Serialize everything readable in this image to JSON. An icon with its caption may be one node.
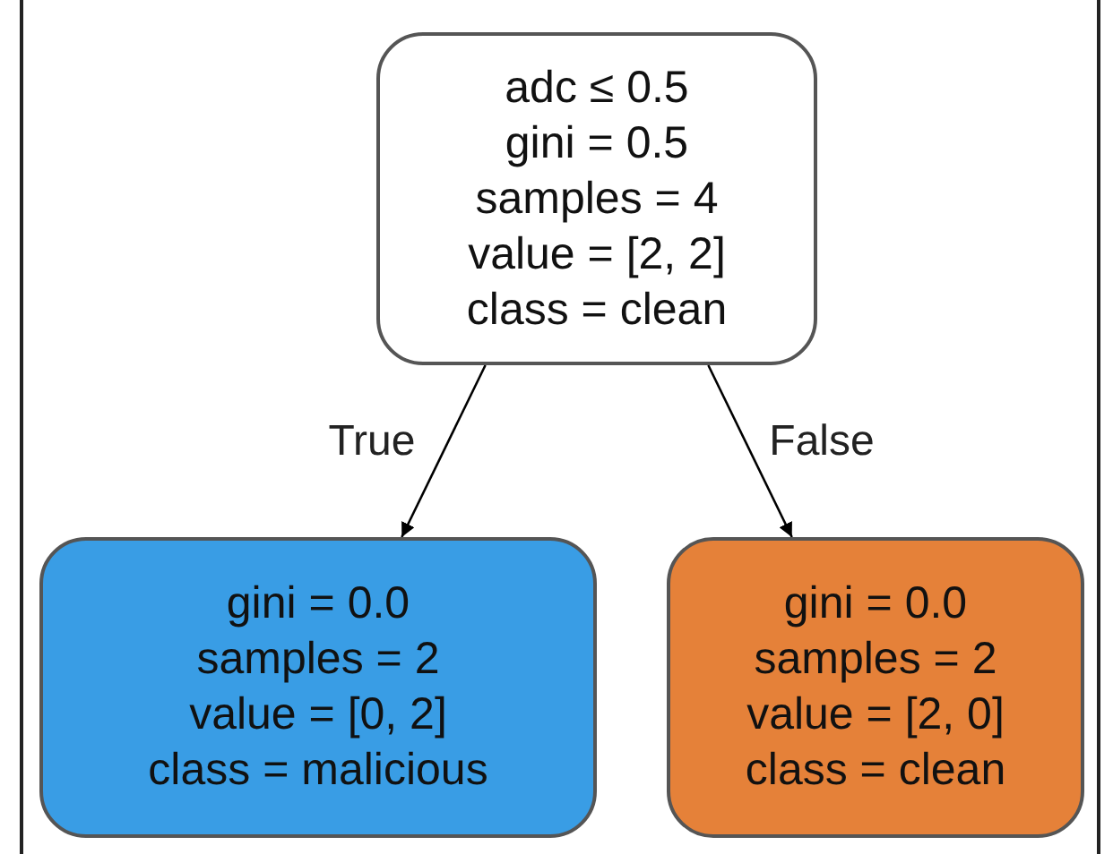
{
  "diagram": {
    "nodes": [
      {
        "text": [
          "adc ≤ 0.5",
          "gini = 0.5",
          "samples = 4",
          "value = [2, 2]",
          "class = clean"
        ]
      },
      {
        "text": [
          "gini = 0.0",
          "samples = 2",
          "value = [0, 2]",
          "class = malicious"
        ]
      },
      {
        "text": [
          "gini = 0.0",
          "samples = 2",
          "value = [2, 0]",
          "class = clean"
        ]
      }
    ],
    "edges": [
      {
        "from": 0,
        "to": 1,
        "arrow": "to",
        "label": "True"
      },
      {
        "from": 0,
        "to": 2,
        "arrow": "to",
        "label": "False"
      }
    ]
  }
}
